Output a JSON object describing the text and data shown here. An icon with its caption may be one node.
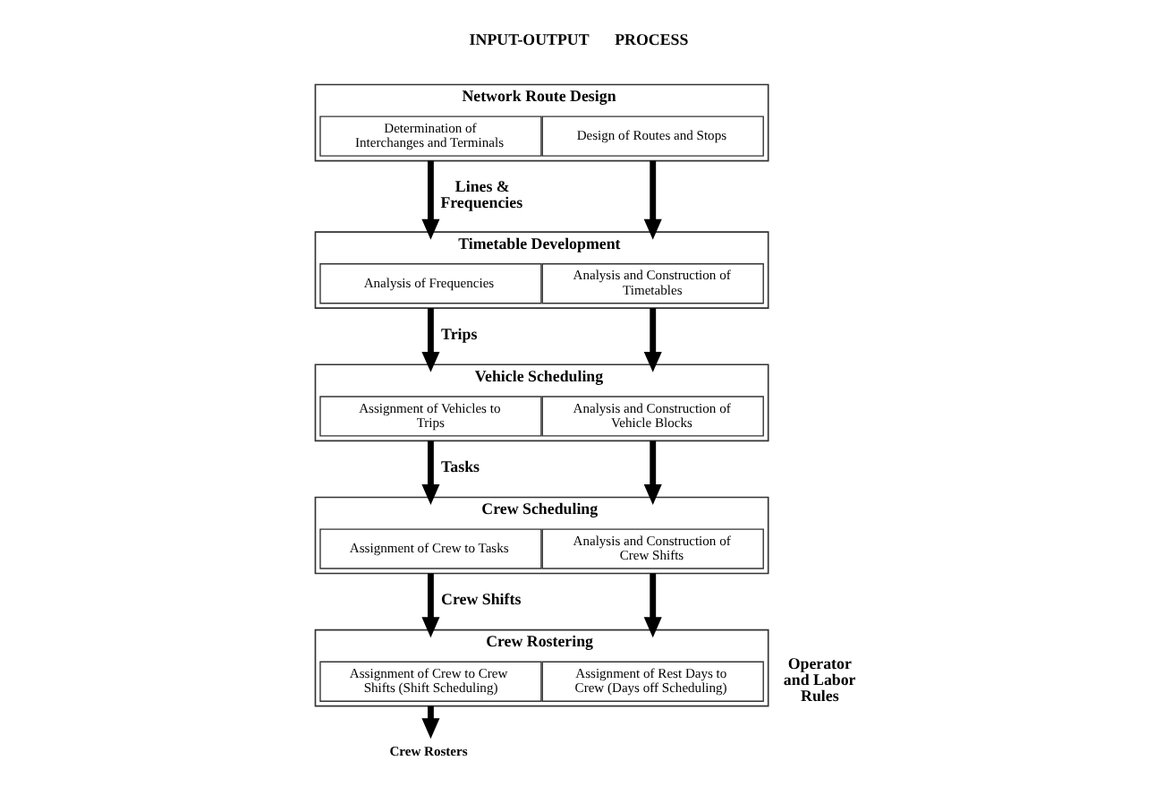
{
  "diagram": {
    "nodes": [
      {
        "text": [
          "Network Route Design"
        ]
      },
      {
        "text": [
          "Determination of Interchanges and Terminals"
        ],
        "in": 0
      },
      {
        "text": [
          "Design of Routes and Stops"
        ],
        "in": 0
      },
      {
        "text": [
          "Timetable Development"
        ]
      },
      {
        "text": [
          "Analysis of Frequencies"
        ],
        "in": 3
      },
      {
        "text": [
          "Analysis and Construction of Timetables"
        ],
        "in": 3
      },
      {
        "text": [
          "Vehicle Scheduling"
        ]
      },
      {
        "text": [
          "Assignment of Vehicles to Trips"
        ],
        "in": 6
      },
      {
        "text": [
          "Analysis and Construction of Vehicle Blocks"
        ],
        "in": 6
      },
      {
        "text": [
          "Crew Scheduling"
        ]
      },
      {
        "text": [
          "Assignment of Crew to Tasks"
        ],
        "in": 9
      },
      {
        "text": [
          "Analysis and Construction of Crew Shifts"
        ],
        "in": 9
      },
      {
        "text": [
          "Crew Rostering"
        ]
      },
      {
        "text": [
          "Assignment of Crew to Crew Shifts (Shift Scheduling)"
        ],
        "in": 12
      },
      {
        "text": [
          "Assignment of Rest Days to Crew (Days off Scheduling)"
        ],
        "in": 12
      },
      {
        "text": [
          "Crew Rosters"
        ]
      }
    ],
    "edges": [
      {
        "from": 0,
        "to": 3,
        "arrow": "to",
        "label": "Lines & Frequencies"
      },
      {
        "from": 0,
        "to": 3,
        "arrow": "to"
      },
      {
        "from": 3,
        "to": 6,
        "arrow": "to",
        "label": "Trips"
      },
      {
        "from": 3,
        "to": 6,
        "arrow": "to"
      },
      {
        "from": 6,
        "to": 9,
        "arrow": "to",
        "label": "Tasks"
      },
      {
        "from": 6,
        "to": 9,
        "arrow": "to"
      },
      {
        "from": 9,
        "to": 12,
        "arrow": "to",
        "label": "Crew Shifts"
      },
      {
        "from": 9,
        "to": 12,
        "arrow": "to"
      },
      {
        "from": 12,
        "to": 15,
        "arrow": "to"
      }
    ],
    "labels": [
      "INPUT-OUTPUT",
      "PROCESS",
      "Operator and Labor Rules"
    ]
  }
}
